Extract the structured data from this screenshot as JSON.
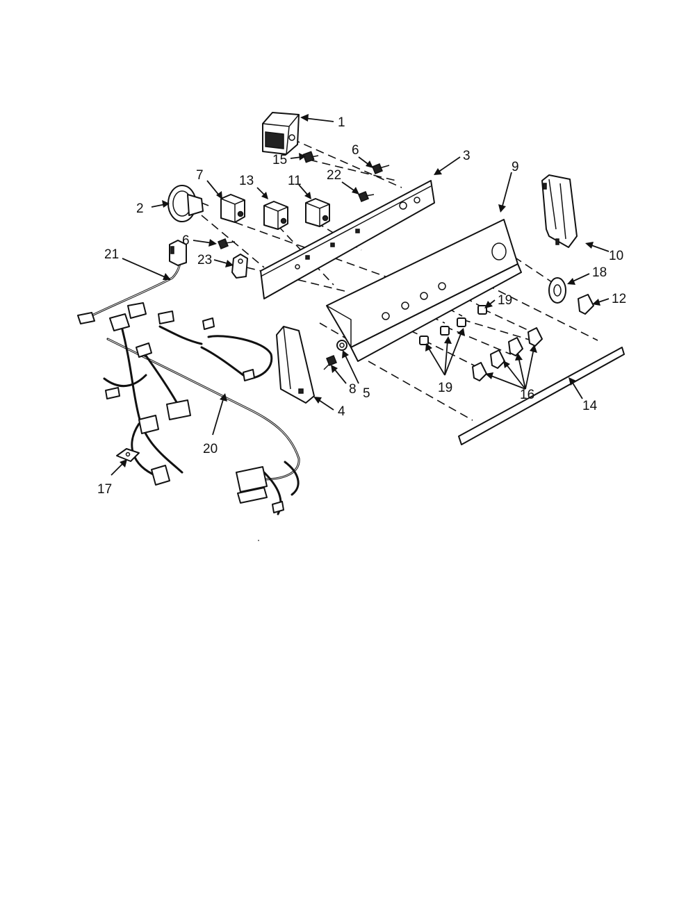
{
  "labels": {
    "l1": "1",
    "l2": "2",
    "l3": "3",
    "l4": "4",
    "l5": "5",
    "l6a": "6",
    "l6b": "6",
    "l7": "7",
    "l8": "8",
    "l9": "9",
    "l10": "10",
    "l11": "11",
    "l12": "12",
    "l13": "13",
    "l14": "14",
    "l15": "15",
    "l16": "16",
    "l17": "17",
    "l18": "18",
    "l19a": "19",
    "l19b": "19",
    "l20": "20",
    "l21": "21",
    "l22": "22",
    "l23": "23"
  },
  "colors": {
    "ink": "#111111",
    "paper": "#ffffff"
  }
}
